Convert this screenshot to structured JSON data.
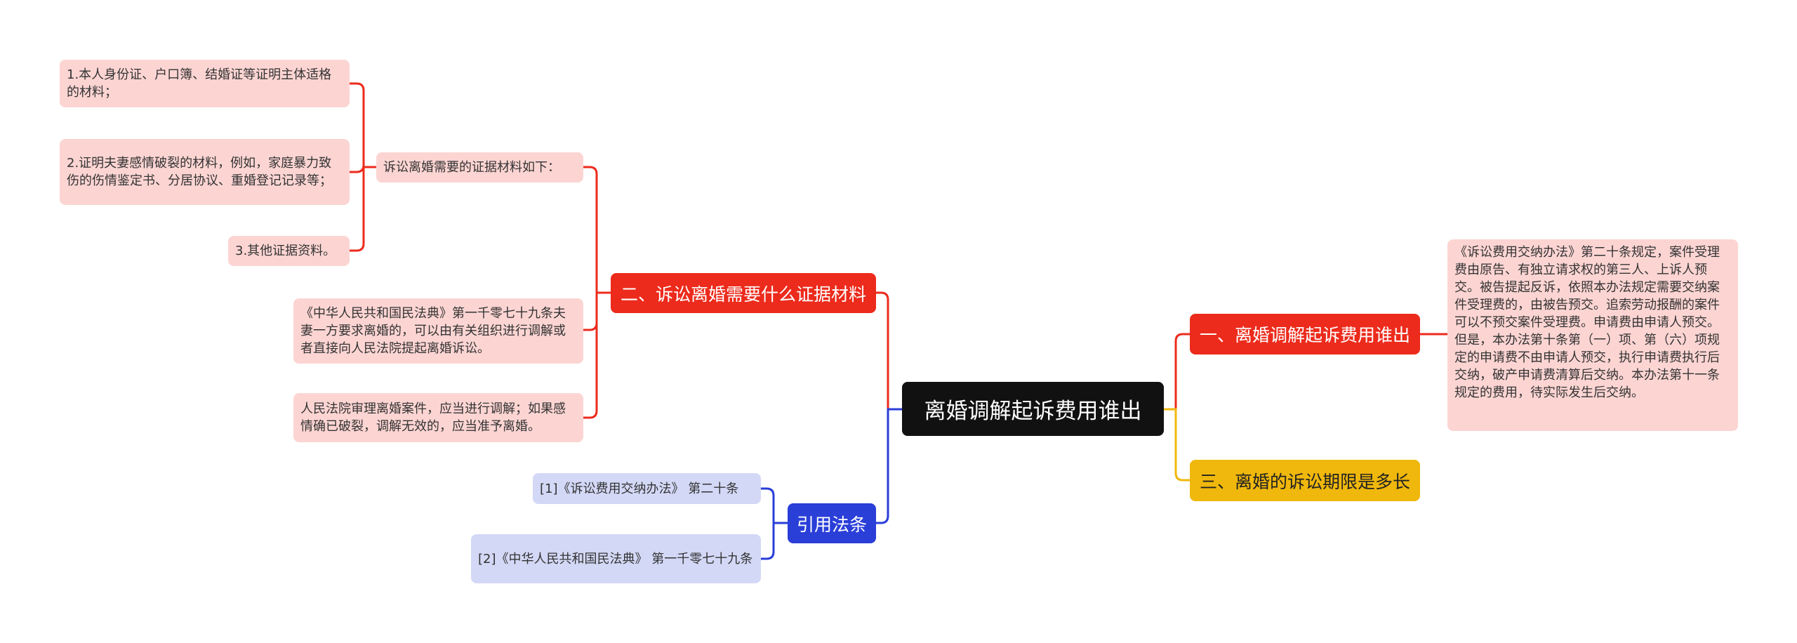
{
  "center": {
    "title": "离婚调解起诉费用谁出"
  },
  "branches": {
    "b1": {
      "title": "一、离婚调解起诉费用谁出",
      "detail": "《诉讼费用交纳办法》第二十条规定，案件受理费由原告、有独立请求权的第三人、上诉人预交。被告提起反诉，依照本办法规定需要交纳案件受理费的，由被告预交。追索劳动报酬的案件可以不预交案件受理费。申请费由申请人预交。但是，本办法第十条第（一）项、第（六）项规定的申请费不由申请人预交，执行申请费执行后交纳，破产申请费清算后交纳。本办法第十一条规定的费用，待实际发生后交纳。"
    },
    "b2": {
      "title": "二、诉讼离婚需要什么证据材料",
      "sub": {
        "title": "诉讼离婚需要的证据材料如下：",
        "items": [
          "1.本人身份证、户口簿、结婚证等证明主体适格的材料；",
          "2.证明夫妻感情破裂的材料，例如，家庭暴力致伤的伤情鉴定书、分居协议、重婚登记记录等；",
          "3.其他证据资料。"
        ]
      },
      "law1": "《中华人民共和国民法典》第一千零七十九条夫妻一方要求离婚的，可以由有关组织进行调解或者直接向人民法院提起离婚诉讼。",
      "law2": "人民法院审理离婚案件，应当进行调解；如果感情确已破裂，调解无效的，应当准予离婚。"
    },
    "b3": {
      "title": "三、离婚的诉讼期限是多长"
    },
    "refs": {
      "title": "引用法条",
      "items": [
        "[1]《诉讼费用交纳办法》 第二十条",
        "[2]《中华人民共和国民法典》 第一千零七十九条"
      ]
    }
  },
  "colors": {
    "red": "#ec2b1c",
    "pink": "#fcd5d3",
    "yellow": "#f0b80c",
    "blue": "#2a3ed8",
    "lightblue": "#d3d8f6",
    "center": "#111111"
  }
}
